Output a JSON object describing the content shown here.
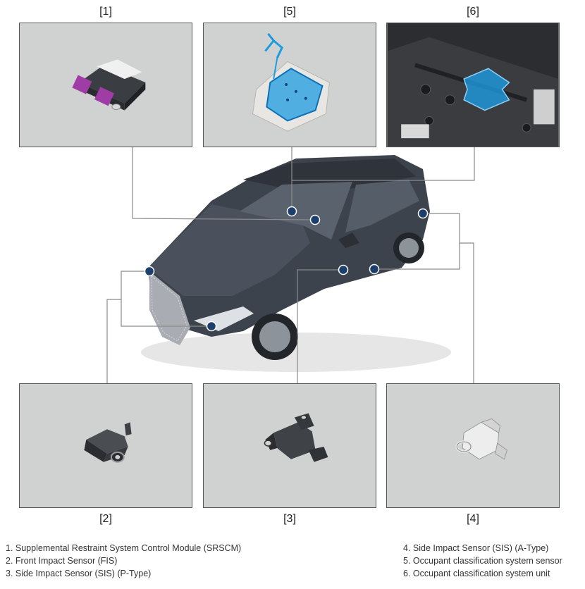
{
  "panels": {
    "p1": {
      "label": "[1]"
    },
    "p5": {
      "label": "[5]"
    },
    "p6": {
      "label": "[6]"
    },
    "p2": {
      "label": "[2]"
    },
    "p3": {
      "label": "[3]"
    },
    "p4": {
      "label": "[4]"
    }
  },
  "legend": {
    "left": [
      "1. Supplemental Restraint System Control Module (SRSCM)",
      "2. Front Impact Sensor (FIS)",
      "3. Side Impact Sensor (SIS) (P-Type)"
    ],
    "right": [
      "4. Side Impact Sensor (SIS) (A-Type)",
      "5. Occupant classification system sensor",
      "6. Occupant classification system unit"
    ]
  },
  "colors": {
    "panel_bg": "#cfd2d1",
    "marker": "#1c3f6e",
    "leader_line": "#8a8a8a",
    "highlight": "#1e9be0",
    "car_body": "#3d434d"
  }
}
